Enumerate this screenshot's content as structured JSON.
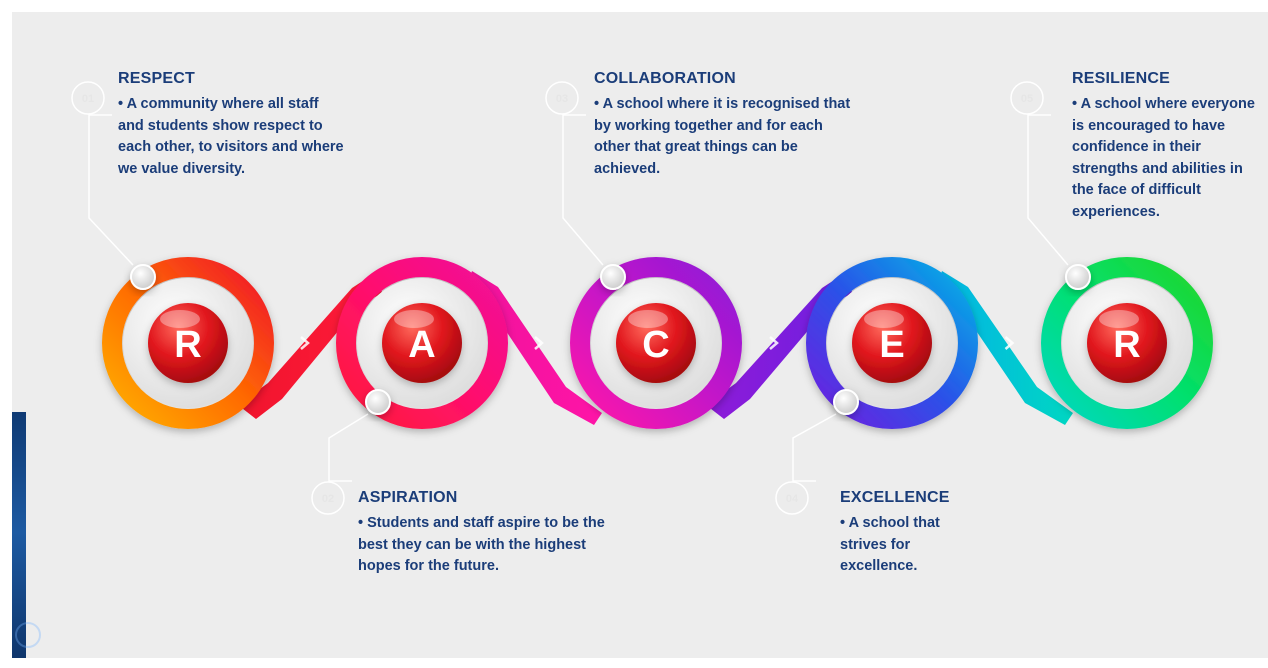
{
  "steps": [
    {
      "num": "01",
      "letter": "R",
      "title": "RESPECT",
      "body": "• A community where all staff and students show respect to each other, to visitors and where we value diversity.",
      "colors": [
        "#ffb000",
        "#ff6a00",
        "#f0142d"
      ]
    },
    {
      "num": "02",
      "letter": "A",
      "title": "ASPIRATION",
      "body": "• Students and staff aspire to be the best they can be with the highest hopes for the future.",
      "colors": [
        "#ff1b3a",
        "#ff0f6e",
        "#f0129a"
      ]
    },
    {
      "num": "03",
      "letter": "C",
      "title": "COLLABORATION",
      "body": "• A school where it is recognised that by working together and for each other that great things can be achieved.",
      "colors": [
        "#ff14a8",
        "#c516c8",
        "#8e1bd8"
      ]
    },
    {
      "num": "04",
      "letter": "E",
      "title": "EXCELLENCE",
      "body": "• A school that strives for excellence.",
      "colors": [
        "#6e1fe0",
        "#2a52e8",
        "#03b3e6"
      ]
    },
    {
      "num": "05",
      "letter": "R",
      "title": "RESILIENCE",
      "body": "• A school where everyone is encouraged to have confidence in their strengths and abilities in the face of difficult experiences.",
      "colors": [
        "#00d7c2",
        "#00e070",
        "#22d62a"
      ]
    }
  ]
}
